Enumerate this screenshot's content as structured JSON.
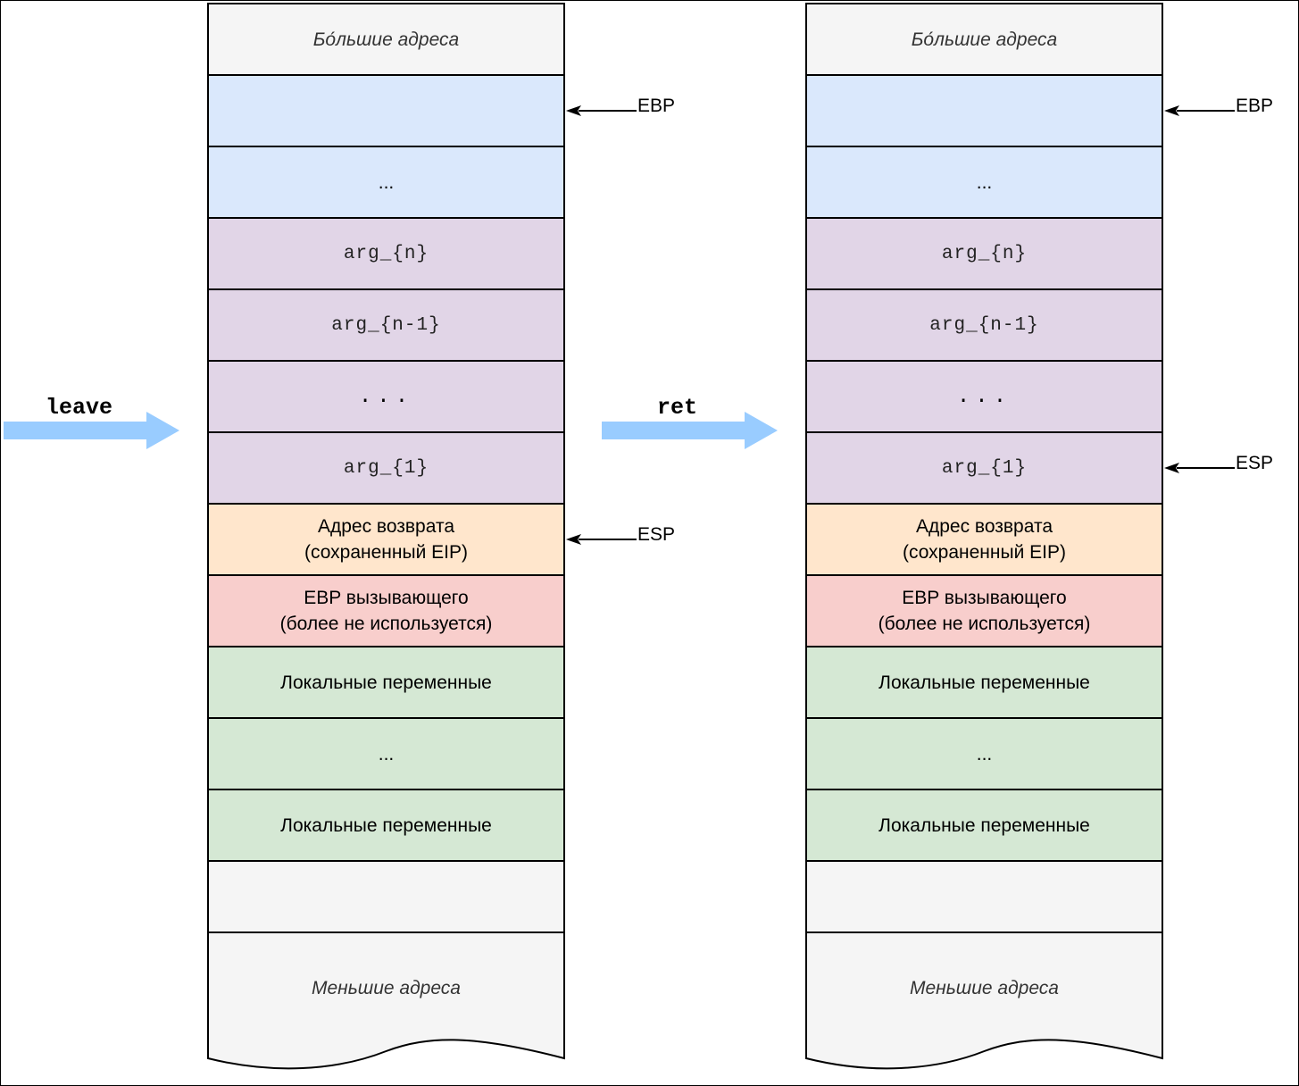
{
  "stacks": [
    {
      "id": "left",
      "instruction": "leave",
      "cells": [
        {
          "text": "Бо́льшие адреса",
          "kind": "top",
          "color": "#f5f5f5"
        },
        {
          "text": "",
          "kind": "frame",
          "color": "#dae8fc"
        },
        {
          "text": "...",
          "kind": "frame",
          "color": "#dae8fc"
        },
        {
          "text": "arg_{n}",
          "kind": "mono",
          "color": "#e1d5e7"
        },
        {
          "text": "arg_{n-1}",
          "kind": "mono",
          "color": "#e1d5e7"
        },
        {
          "text": "...",
          "kind": "dots-mono",
          "color": "#e1d5e7"
        },
        {
          "text": "arg_{1}",
          "kind": "mono",
          "color": "#e1d5e7"
        },
        {
          "text": "Адрес возврата\n(сохраненный EIP)",
          "kind": "normal",
          "color": "#ffe6cc"
        },
        {
          "text": "EBP вызывающего\n(более не используется)",
          "kind": "normal",
          "color": "#f8cecc"
        },
        {
          "text": "Локальные переменные",
          "kind": "normal",
          "color": "#d5e8d4"
        },
        {
          "text": "...",
          "kind": "normal",
          "color": "#d5e8d4"
        },
        {
          "text": "Локальные переменные",
          "kind": "normal",
          "color": "#d5e8d4"
        },
        {
          "text": "",
          "kind": "normal",
          "color": "#f5f5f5"
        },
        {
          "text": "Меньшие адреса",
          "kind": "bottom",
          "color": "#f5f5f5"
        }
      ],
      "pointers": [
        {
          "label": "EBP",
          "cell_index": 1
        },
        {
          "label": "ESP",
          "cell_index": 7
        }
      ]
    },
    {
      "id": "right",
      "instruction": "ret",
      "cells": [
        {
          "text": "Бо́льшие адреса",
          "kind": "top",
          "color": "#f5f5f5"
        },
        {
          "text": "",
          "kind": "frame",
          "color": "#dae8fc"
        },
        {
          "text": "...",
          "kind": "frame",
          "color": "#dae8fc"
        },
        {
          "text": "arg_{n}",
          "kind": "mono",
          "color": "#e1d5e7"
        },
        {
          "text": "arg_{n-1}",
          "kind": "mono",
          "color": "#e1d5e7"
        },
        {
          "text": "...",
          "kind": "dots-mono",
          "color": "#e1d5e7"
        },
        {
          "text": "arg_{1}",
          "kind": "mono",
          "color": "#e1d5e7"
        },
        {
          "text": "Адрес возврата\n(сохраненный EIP)",
          "kind": "normal",
          "color": "#ffe6cc"
        },
        {
          "text": "EBP вызывающего\n(более не используется)",
          "kind": "normal",
          "color": "#f8cecc"
        },
        {
          "text": "Локальные переменные",
          "kind": "normal",
          "color": "#d5e8d4"
        },
        {
          "text": "...",
          "kind": "normal",
          "color": "#d5e8d4"
        },
        {
          "text": "Локальные переменные",
          "kind": "normal",
          "color": "#d5e8d4"
        },
        {
          "text": "",
          "kind": "normal",
          "color": "#f5f5f5"
        },
        {
          "text": "Меньшие адреса",
          "kind": "bottom",
          "color": "#f5f5f5"
        }
      ],
      "pointers": [
        {
          "label": "EBP",
          "cell_index": 1
        },
        {
          "label": "ESP",
          "cell_index": 6
        }
      ]
    }
  ],
  "colors": {
    "arrow": "#99ccff",
    "stroke": "#000000"
  }
}
